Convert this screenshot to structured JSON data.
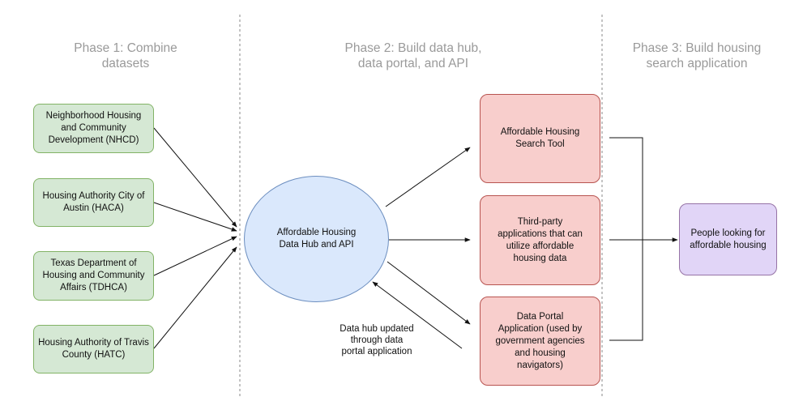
{
  "phases": {
    "phase1": "Phase 1: Combine\ndatasets",
    "phase2": "Phase 2: Build data hub,\ndata portal, and API",
    "phase3": "Phase 3: Build housing\nsearch application"
  },
  "sources": [
    {
      "label": "Neighborhood Housing\nand Community\nDevelopment (NHCD)"
    },
    {
      "label": "Housing Authority City of\nAustin (HACA)"
    },
    {
      "label": "Texas Department of\nHousing and Community\nAffairs (TDHCA)"
    },
    {
      "label": "Housing Authority of Travis\nCounty (HATC)"
    }
  ],
  "hub": {
    "label": "Affordable Housing\nData Hub and API"
  },
  "outputs": [
    {
      "label": "Affordable Housing\nSearch Tool"
    },
    {
      "label": "Third-party\napplications that can\nutilize affordable\nhousing data"
    },
    {
      "label": "Data Portal\nApplication (used by\ngovernment agencies\nand housing\nnavigators)"
    }
  ],
  "feedback_note": "Data hub updated\nthrough data\nportal application",
  "audience": {
    "label": "People looking for\naffordable housing"
  },
  "colors": {
    "source_fill": "#d5e8d4",
    "source_stroke": "#82b366",
    "hub_fill": "#dae8fc",
    "hub_stroke": "#6c8ebf",
    "output_fill": "#f8cecc",
    "output_stroke": "#b85450",
    "audience_fill": "#e1d5f7",
    "audience_stroke": "#9673a6",
    "phase_title": "#9a9a9a"
  }
}
